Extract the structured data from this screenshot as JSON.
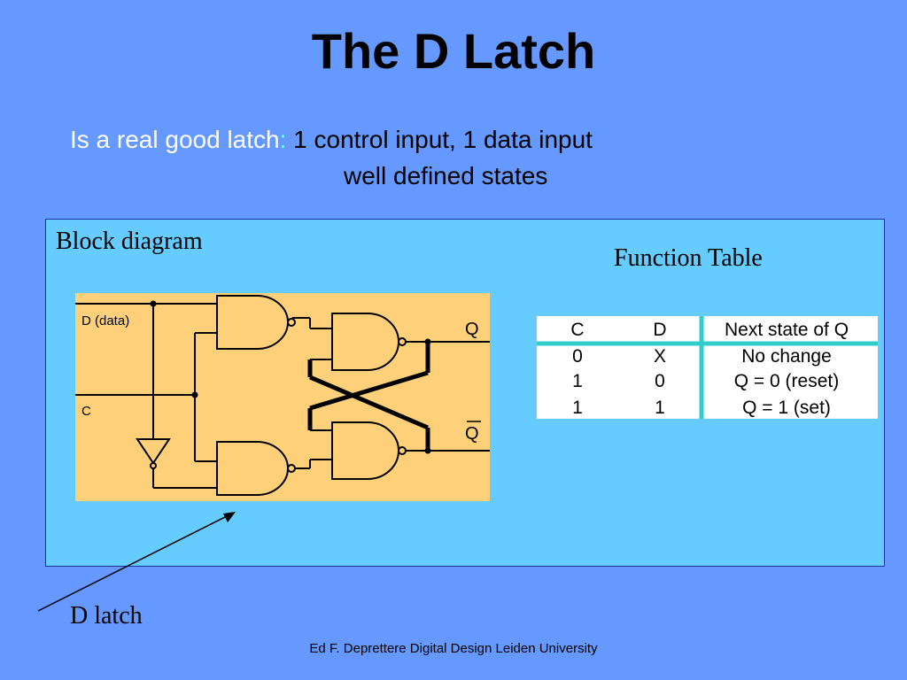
{
  "title": "The D Latch",
  "subtitle": {
    "line1_lead": "Is a real good latch",
    "line1_colon": ":",
    "line1_rest": " 1 control input, 1 data input",
    "line2": "well defined states"
  },
  "block_diagram": {
    "label": "Block diagram",
    "inputs": {
      "data": "D (data)",
      "control": "C"
    },
    "outputs": {
      "q": "Q",
      "qbar": "Q"
    }
  },
  "function_table": {
    "label": "Function Table",
    "headers": [
      "C",
      "D",
      "Next state of Q"
    ],
    "rows": [
      [
        "0",
        "X",
        "No change"
      ],
      [
        "1",
        "0",
        "Q = 0 (reset)"
      ],
      [
        "1",
        "1",
        "Q = 1 (set)"
      ]
    ]
  },
  "pointer_label": "D latch",
  "footer": "Ed F. Deprettere  Digital Design  Leiden University",
  "colors": {
    "background": "#6699ff",
    "panel": "#66ccff",
    "circuit_bg": "#ffd07a",
    "gate_fill": "#ffd07a",
    "table_bg": "#ffffff",
    "table_divider": "#33cccc",
    "highlight_text": "#ffffff",
    "colon": "#66ffff"
  }
}
